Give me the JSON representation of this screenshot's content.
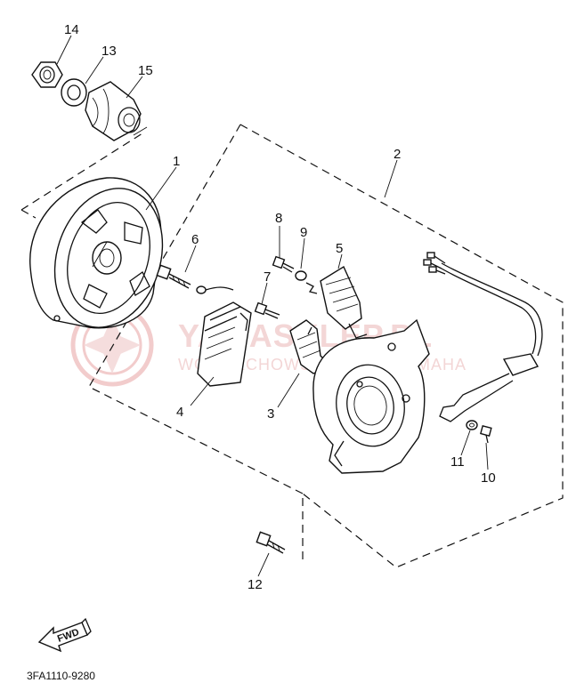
{
  "diagram": {
    "callouts": [
      {
        "id": "1",
        "label": "1"
      },
      {
        "id": "2",
        "label": "2"
      },
      {
        "id": "3",
        "label": "3"
      },
      {
        "id": "4",
        "label": "4"
      },
      {
        "id": "5",
        "label": "5"
      },
      {
        "id": "6",
        "label": "6"
      },
      {
        "id": "7",
        "label": "7"
      },
      {
        "id": "8",
        "label": "8"
      },
      {
        "id": "9",
        "label": "9"
      },
      {
        "id": "10",
        "label": "10"
      },
      {
        "id": "11",
        "label": "11"
      },
      {
        "id": "12",
        "label": "12"
      },
      {
        "id": "13",
        "label": "13"
      },
      {
        "id": "14",
        "label": "14"
      },
      {
        "id": "15",
        "label": "15"
      }
    ],
    "fwd_label": "FWD",
    "drawing_code": "3FA1110-9280"
  },
  "watermark": {
    "brand": "YAMASKLEP.PL",
    "tagline": "WOJCIECHOWSKI SKLEP YAMAHA",
    "color": "#f3d6d6"
  }
}
